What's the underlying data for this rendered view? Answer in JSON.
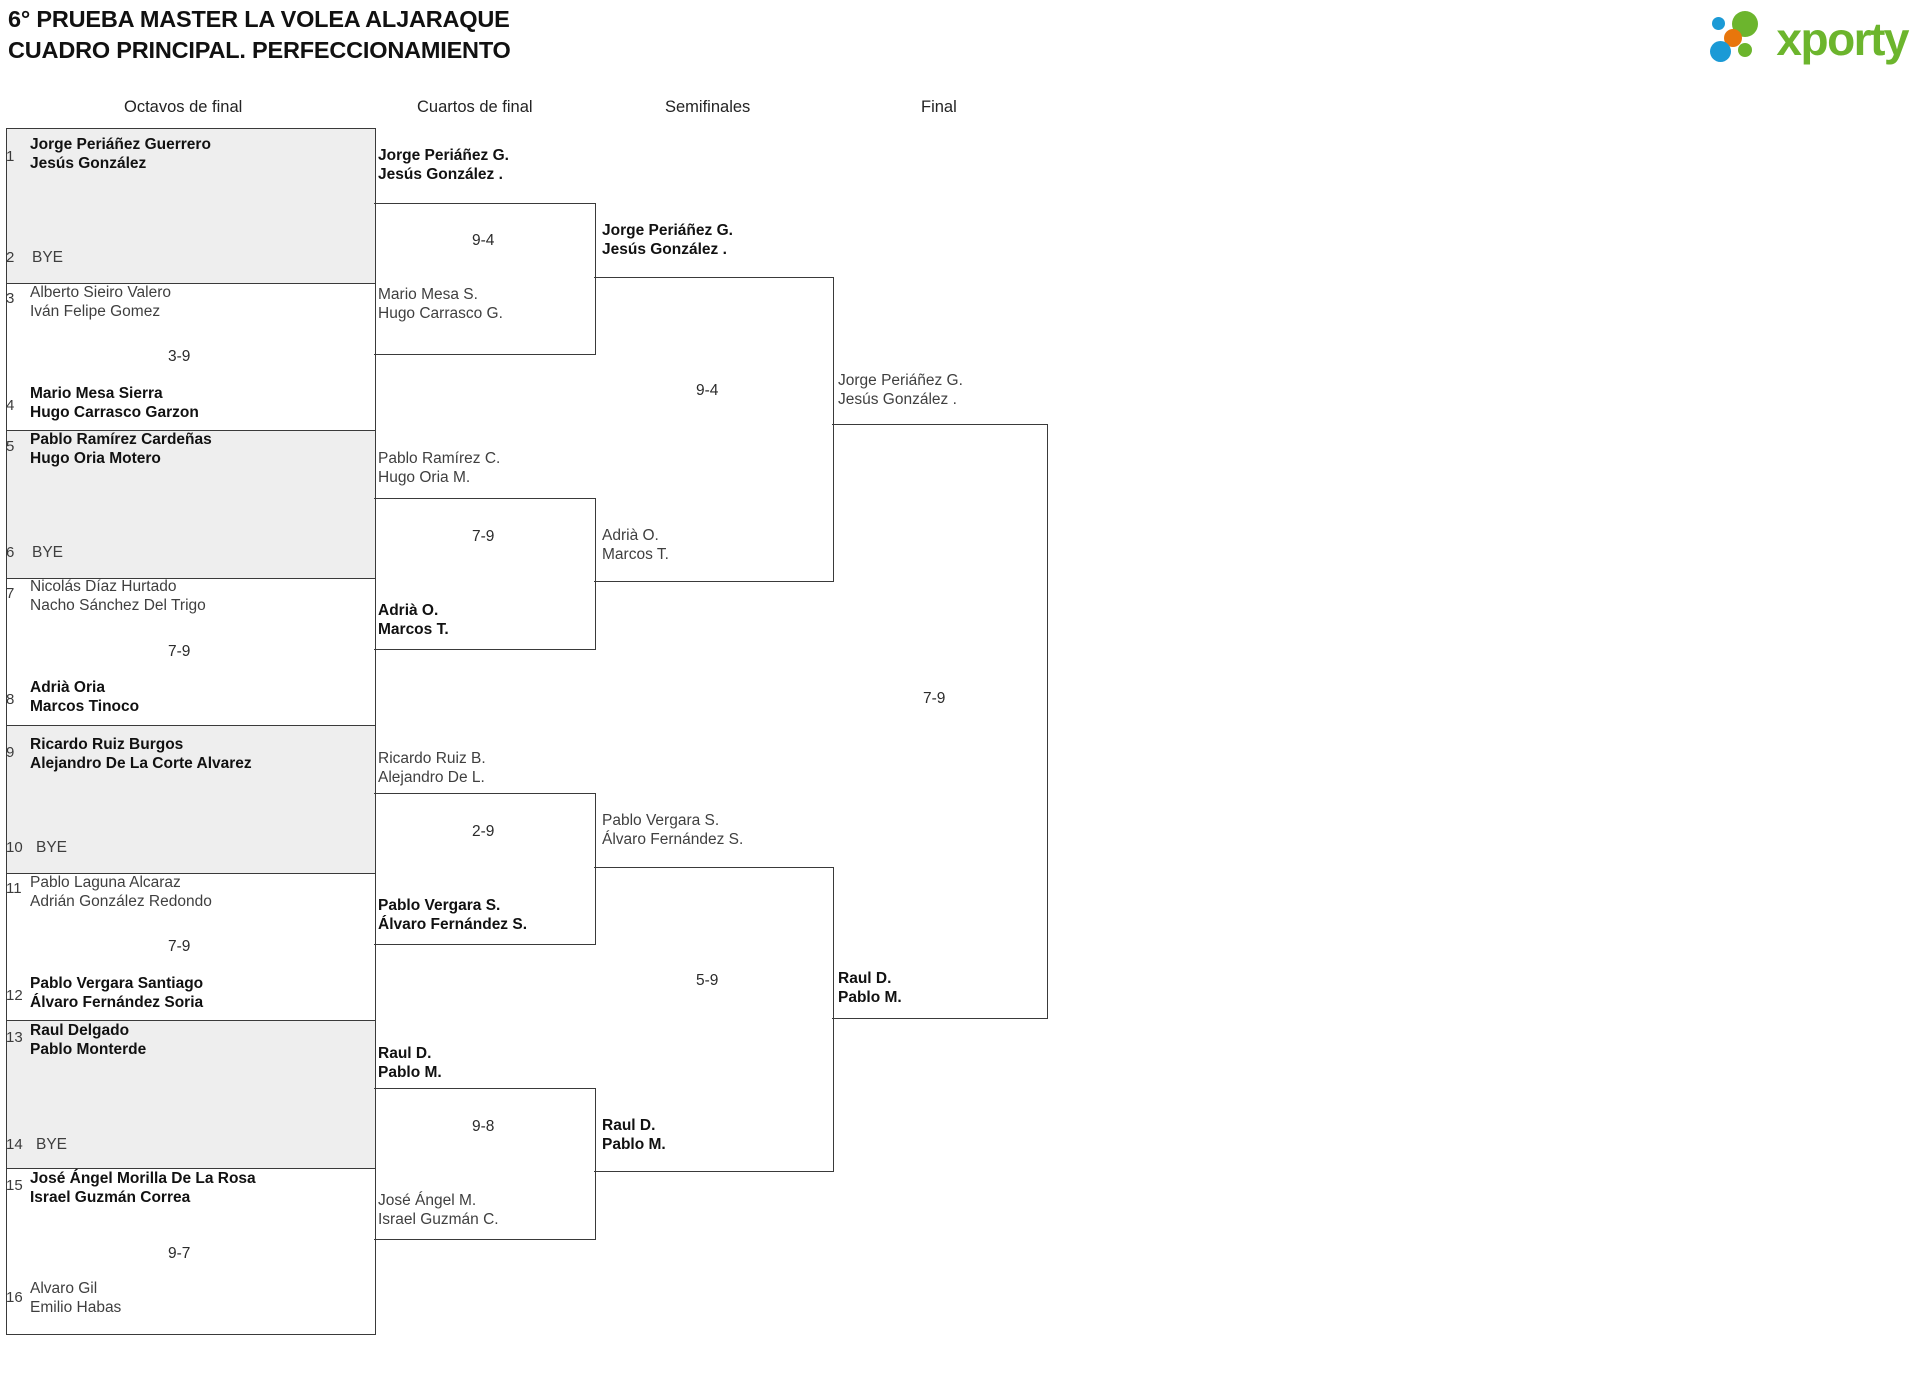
{
  "header": {
    "title_line1": "6° PRUEBA MASTER LA VOLEA ALJARAQUE",
    "title_line2": "CUADRO PRINCIPAL. PERFECCIONAMIENTO",
    "logo_text": "xporty",
    "logo_colors": {
      "blue": "#1b9ad6",
      "orange": "#e8760c",
      "green": "#6cb52d"
    }
  },
  "columns": [
    {
      "label": "Octavos de final"
    },
    {
      "label": "Cuartos de final"
    },
    {
      "label": "Semifinales"
    },
    {
      "label": "Final"
    }
  ],
  "round1": {
    "entries": [
      {
        "seed": "1",
        "p1": "Jorge Periáñez Guerrero",
        "p2": "Jesús González",
        "state": "winner",
        "bye": false
      },
      {
        "seed": "2",
        "p1": "BYE",
        "p2": "",
        "state": "bye",
        "bye": true
      },
      {
        "seed": "3",
        "p1": "Alberto Sieiro Valero",
        "p2": "Iván Felipe Gomez",
        "state": "loser",
        "bye": false
      },
      {
        "seed": "4",
        "p1": "Mario Mesa Sierra",
        "p2": "Hugo Carrasco Garzon",
        "state": "winner",
        "bye": false
      },
      {
        "seed": "5",
        "p1": "Pablo Ramírez Cardeñas",
        "p2": "Hugo Oria Motero",
        "state": "winner",
        "bye": false
      },
      {
        "seed": "6",
        "p1": "BYE",
        "p2": "",
        "state": "bye",
        "bye": true
      },
      {
        "seed": "7",
        "p1": "Nicolás Díaz Hurtado",
        "p2": "Nacho Sánchez Del Trigo",
        "state": "loser",
        "bye": false
      },
      {
        "seed": "8",
        "p1": "Adrià Oria",
        "p2": "Marcos Tinoco",
        "state": "winner",
        "bye": false
      },
      {
        "seed": "9",
        "p1": "Ricardo Ruiz Burgos",
        "p2": "Alejandro De La Corte Alvarez",
        "state": "winner",
        "bye": false
      },
      {
        "seed": "10",
        "p1": "BYE",
        "p2": "",
        "state": "bye",
        "bye": true
      },
      {
        "seed": "11",
        "p1": "Pablo Laguna Alcaraz",
        "p2": "Adrián González Redondo",
        "state": "loser",
        "bye": false
      },
      {
        "seed": "12",
        "p1": "Pablo Vergara Santiago",
        "p2": "Álvaro Fernández Soria",
        "state": "winner",
        "bye": false
      },
      {
        "seed": "13",
        "p1": "Raul Delgado",
        "p2": "Pablo Monterde",
        "state": "winner",
        "bye": false
      },
      {
        "seed": "14",
        "p1": "BYE",
        "p2": "",
        "state": "bye",
        "bye": true
      },
      {
        "seed": "15",
        "p1": "José Ángel Morilla De La Rosa",
        "p2": "Israel Guzmán Correa",
        "state": "winner",
        "bye": false
      },
      {
        "seed": "16",
        "p1": "Alvaro Gil",
        "p2": "Emilio Habas",
        "state": "loser",
        "bye": false
      }
    ],
    "scores": [
      "3-9",
      "7-9",
      "7-9",
      "9-7"
    ]
  },
  "round2": {
    "entries": [
      {
        "p1": "Jorge Periáñez G.",
        "p2": "Jesús González .",
        "state": "winner"
      },
      {
        "p1": "Mario Mesa S.",
        "p2": "Hugo Carrasco G.",
        "state": "loser"
      },
      {
        "p1": "Pablo Ramírez C.",
        "p2": "Hugo Oria M.",
        "state": "loser"
      },
      {
        "p1": "Adrià O.",
        "p2": "Marcos T.",
        "state": "winner"
      },
      {
        "p1": "Ricardo Ruiz B.",
        "p2": "Alejandro De L.",
        "state": "loser"
      },
      {
        "p1": "Pablo Vergara S.",
        "p2": "Álvaro Fernández S.",
        "state": "winner"
      },
      {
        "p1": "Raul D.",
        "p2": "Pablo M.",
        "state": "winner"
      },
      {
        "p1": "José Ángel M.",
        "p2": "Israel Guzmán C.",
        "state": "loser"
      }
    ],
    "scores": [
      "9-4",
      "7-9",
      "2-9",
      "9-8"
    ]
  },
  "round3": {
    "entries": [
      {
        "p1": "Jorge Periáñez G.",
        "p2": "Jesús González .",
        "state": "winner"
      },
      {
        "p1": "Adrià O.",
        "p2": "Marcos T.",
        "state": "loser"
      },
      {
        "p1": "Pablo Vergara S.",
        "p2": "Álvaro Fernández S.",
        "state": "loser"
      },
      {
        "p1": "Raul D.",
        "p2": "Pablo M.",
        "state": "winner"
      }
    ],
    "scores": [
      "9-4",
      "5-9"
    ]
  },
  "round4": {
    "entries": [
      {
        "p1": "Jorge Periáñez G.",
        "p2": "Jesús González .",
        "state": "loser"
      },
      {
        "p1": "Raul D.",
        "p2": "Pablo M.",
        "state": "winner"
      }
    ],
    "scores": [
      "7-9"
    ]
  }
}
